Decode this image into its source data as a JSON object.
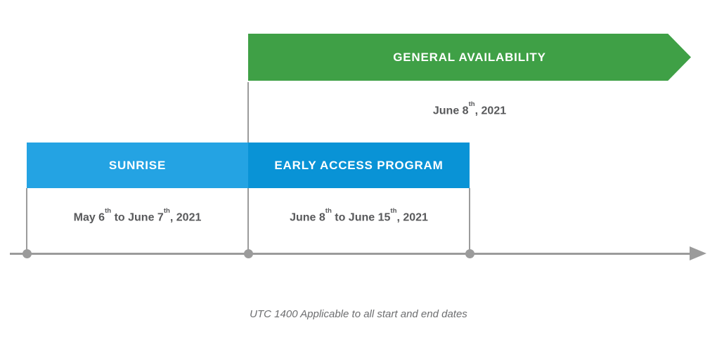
{
  "colors": {
    "ga_green": "#3FA046",
    "sunrise_blue": "#24A3E3",
    "eap_blue": "#0993D6",
    "date_text_gray": "#58595B",
    "line_gray": "#9B9B9B",
    "footer_gray": "#6D6E70",
    "label_white": "#FFFFFF"
  },
  "banner": {
    "label": "GENERAL AVAILABILITY",
    "date": {
      "p1": "June 8",
      "s1": "th",
      "p2": ", 2021"
    }
  },
  "phases": [
    {
      "label": "SUNRISE",
      "date": {
        "p1": "May 6",
        "s1": "th",
        "p2": " to June 7",
        "s2": "th",
        "p3": ", 2021"
      }
    },
    {
      "label": "EARLY ACCESS PROGRAM",
      "date": {
        "p1": "June 8",
        "s1": "th",
        "p2": " to June 15",
        "s2": "th",
        "p3": ", 2021"
      }
    }
  ],
  "timeline": {
    "milestone_count": "3"
  },
  "footer": {
    "note": "UTC 1400 Applicable to all start and end dates"
  }
}
